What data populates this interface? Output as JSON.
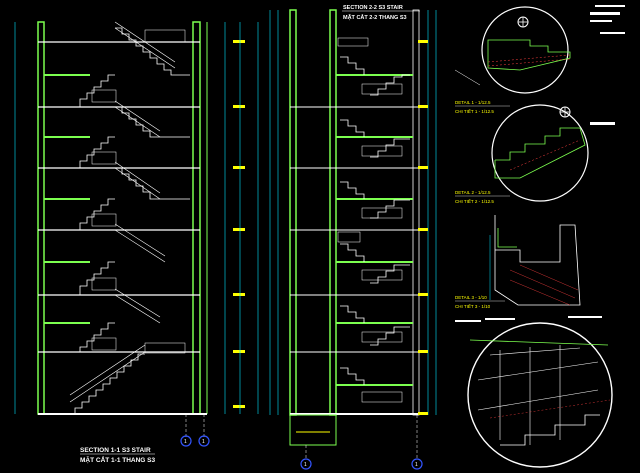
{
  "colors": {
    "background": "#000000",
    "column": "#7cff4f",
    "slab": "#7cff4f",
    "stair": "#ffffff",
    "dimension": "#00e5ff",
    "level_mark": "#ffff00",
    "axis_bubble": "#3355ff",
    "hatch": "#ff4040"
  },
  "section_1": {
    "title": "SECTION 1-1 S3 STAIR",
    "subtitle": "MẶT CẮT 1-1 THANG S3",
    "axis_left": "1",
    "axis_right": "1"
  },
  "section_2": {
    "title": "SECTION 2-2 S3 STAIR",
    "subtitle": "MẶT CẮT 2-2 THANG S3",
    "axis_left": "1",
    "axis_right": "1"
  },
  "details": [
    {
      "title": "DETAIL 1 - 1/12.5",
      "subtitle": "CHI TIẾT 1 - 1/12.5"
    },
    {
      "title": "DETAIL 2 - 1/12.5",
      "subtitle": "CHI TIẾT 2 - 1/12.5"
    },
    {
      "title": "DETAIL 3 - 1/10",
      "subtitle": "CHI TIẾT 3 - 1/10"
    }
  ],
  "icons": [
    "axis-bubble-icon",
    "detail-marker-icon",
    "level-mark-icon"
  ]
}
